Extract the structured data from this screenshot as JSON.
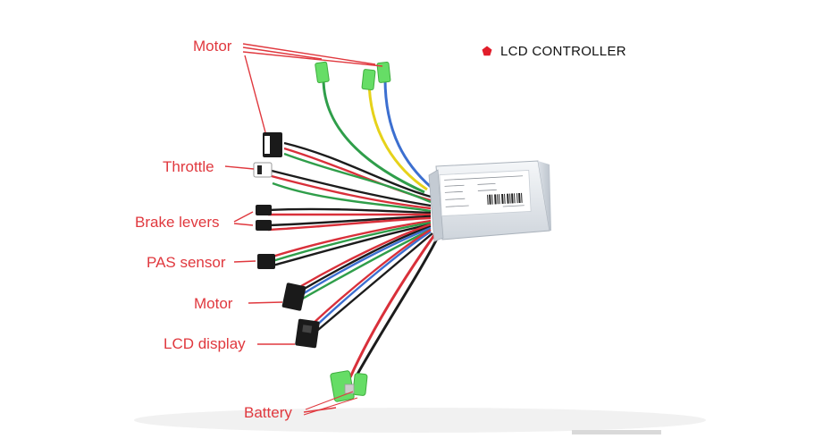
{
  "title": "LCD CONTROLLER",
  "colors": {
    "label": "#e0383e",
    "bullet": "#e11d2a",
    "wire_red": "#d9303a",
    "wire_black": "#1c1c1c",
    "wire_green": "#2f9e4a",
    "wire_yellow": "#e6d21a",
    "wire_blue": "#3c6fd0",
    "connector_green": "#66dd66",
    "box": "#e6eaee"
  },
  "labels": {
    "motor_phase": "Motor",
    "throttle": "Throttle",
    "brake_levers": "Brake levers",
    "pas_sensor": "PAS sensor",
    "motor_hall": "Motor",
    "lcd_display": "LCD display",
    "battery": "Battery"
  },
  "icons": {
    "bullet": "pentagon-bullet-icon"
  }
}
